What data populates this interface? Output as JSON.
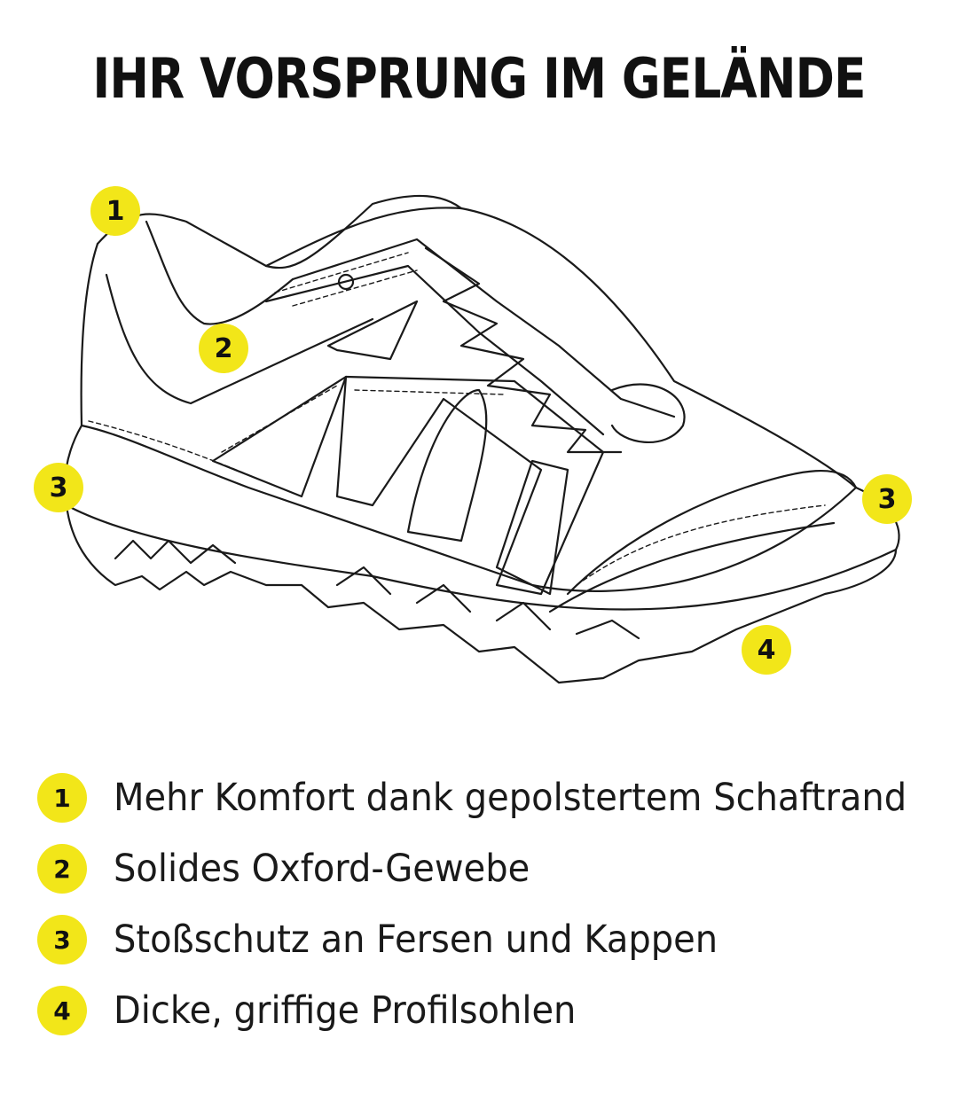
{
  "title": "IHR VORSPRUNG IM GELÄNDE",
  "accent_color": "#f2e619",
  "markers": [
    "1",
    "2",
    "3",
    "3",
    "4"
  ],
  "legend": [
    {
      "number": "1",
      "text": "Mehr Komfort dank gepolstertem Schaftrand"
    },
    {
      "number": "2",
      "text": "Solides Oxford-Gewebe"
    },
    {
      "number": "3",
      "text": "Stoßschutz an Fersen und Kappen"
    },
    {
      "number": "4",
      "text": "Dicke, griffige Profilsohlen"
    }
  ]
}
